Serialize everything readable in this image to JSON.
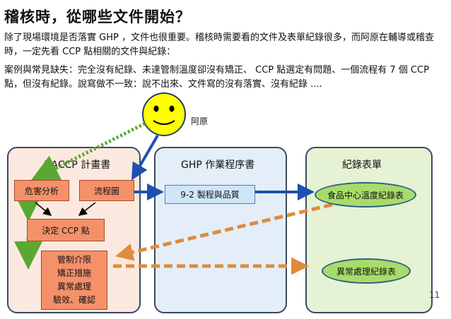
{
  "title": "稽核時，從哪些文件開始？",
  "intro": "除了現場環境是否落實 GHP ，文件也很重要。稽核時需要看的文件及表單紀錄很多，而阿原在輔導或稽查時，一定先看 CCP 點相關的文件與紀錄：",
  "cases": "案例與常見缺失：完全沒有紀錄、未達管制溫度卻沒有矯正、 CCP 點選定有問題、一個流程有 7 個 CCP 點，但沒有紀錄。說寫做不一致：說不出來、文件寫的沒有落實、沒有紀錄 ....",
  "person_label": "阿原",
  "face_icon": "smiley-face-icon",
  "panels": {
    "haccp": "HACCP 計畫書",
    "ghp": "GHP 作業程序書",
    "records": "紀錄表單"
  },
  "boxes": {
    "hazard": "危害分析",
    "flow": "流程圖",
    "ccp": "決定 CCP 點",
    "control": [
      "管制介限",
      "矯正措施",
      "異常處理",
      "驗效、確認"
    ],
    "procedure": "9-2 製程與品質",
    "temp_record": "食品中心溫度紀錄表",
    "abnormal_record": "異常處理紀錄表"
  },
  "colors": {
    "green_arrow": "#5aa832",
    "blue_arrow": "#1f4fb0",
    "orange_arrow": "#e08a3c",
    "face": "#ffff00"
  },
  "page_number": "11"
}
